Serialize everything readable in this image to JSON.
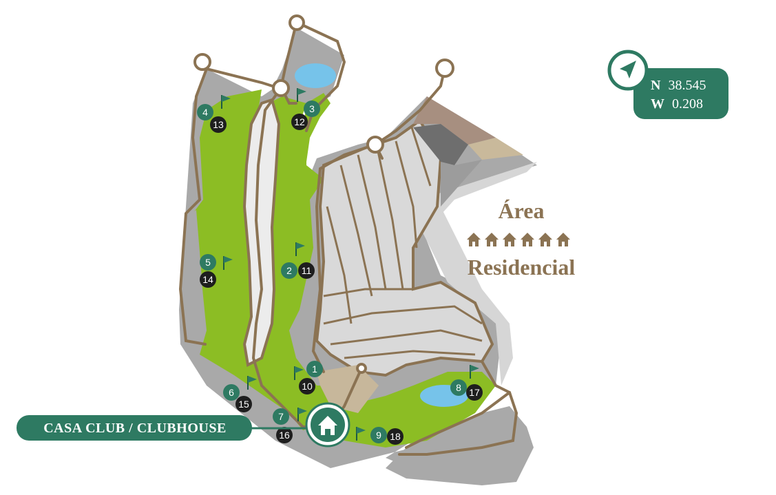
{
  "coordinates": {
    "lat_label": "N",
    "lat_value": "38.545",
    "lon_label": "W",
    "lon_value": "0.208"
  },
  "area": {
    "line1": "Área",
    "line2": "Residencial"
  },
  "clubhouse": {
    "label": "CASA CLUB / CLUBHOUSE"
  },
  "holes": [
    {
      "green_no": "1",
      "black_no": "10"
    },
    {
      "green_no": "2",
      "black_no": "11"
    },
    {
      "green_no": "3",
      "black_no": "12"
    },
    {
      "green_no": "4",
      "black_no": "13"
    },
    {
      "green_no": "5",
      "black_no": "14"
    },
    {
      "green_no": "6",
      "black_no": "15"
    },
    {
      "green_no": "7",
      "black_no": "16"
    },
    {
      "green_no": "8",
      "black_no": "17"
    },
    {
      "green_no": "9",
      "black_no": "18"
    }
  ],
  "colors": {
    "fairway": "#8cbd24",
    "rough": "#a9a9a9",
    "path": "#8b7353",
    "lot": "#d9d9d9",
    "accent_green": "#2e7a62",
    "marker_dark": "#1e1e1e",
    "water": "#76c3ea",
    "sand": "#c7b79b"
  },
  "icons": {
    "compass": "navigation-arrow-icon",
    "clubhouse": "house-icon",
    "houses": "house-row-icon",
    "flag": "flag-icon"
  }
}
